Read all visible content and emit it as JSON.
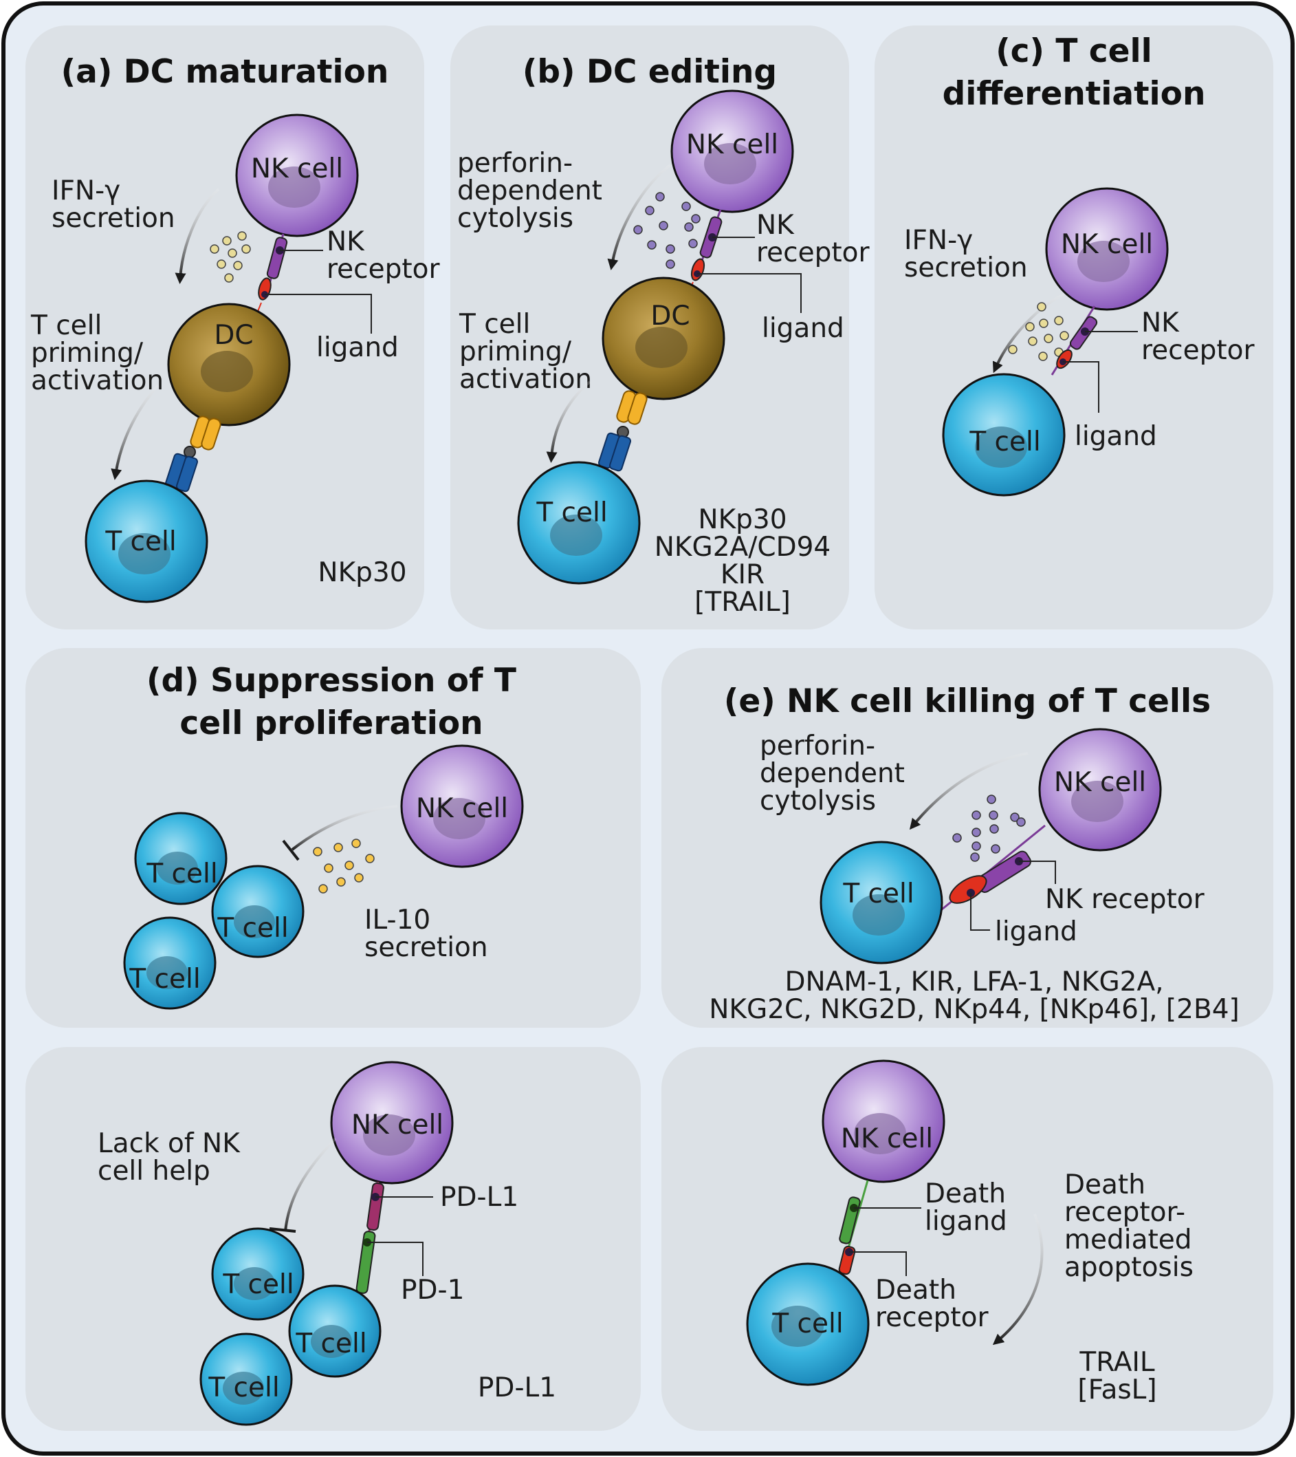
{
  "panels": {
    "a": {
      "title": "(a) DC maturation",
      "nk": "NK cell",
      "dc": "DC",
      "t": "T cell",
      "arrow1": [
        "IFN-γ",
        "secretion"
      ],
      "arrow2": [
        "T cell",
        "priming/",
        "activation"
      ],
      "receptor": [
        "NK",
        "receptor"
      ],
      "ligand": "ligand",
      "molecules": [
        "NKp30"
      ]
    },
    "b": {
      "title": "(b) DC editing",
      "nk": "NK cell",
      "dc": "DC",
      "t": "T cell",
      "arrow1": [
        "perforin-",
        "dependent",
        "cytolysis"
      ],
      "arrow2": [
        "T cell",
        "priming/",
        "activation"
      ],
      "receptor": [
        "NK",
        "receptor"
      ],
      "ligand": "ligand",
      "molecules": [
        "NKp30",
        "NKG2A/CD94",
        "KIR",
        "[TRAIL]"
      ]
    },
    "c": {
      "title": [
        "(c) T cell",
        "differentiation"
      ],
      "nk": "NK cell",
      "t": "T cell",
      "arrow1": [
        "IFN-γ",
        "secretion"
      ],
      "receptor": [
        "NK",
        "receptor"
      ],
      "ligand": "ligand"
    },
    "d": {
      "title": [
        "(d) Suppression of T",
        "cell proliferation"
      ],
      "nk": "NK cell",
      "t": [
        "T cell",
        "T cell",
        "T cell"
      ],
      "secretion": [
        "IL-10",
        "secretion"
      ]
    },
    "e": {
      "title": "(e) NK cell killing of T cells",
      "nk": "NK cell",
      "t": "T cell",
      "arrow1": [
        "perforin-",
        "dependent",
        "cytolysis"
      ],
      "receptor": "NK receptor",
      "ligand": "ligand",
      "molecules": [
        "DNAM-1, KIR, LFA-1, NKG2A,",
        "NKG2C, NKG2D, NKp44, [NKp46], [2B4]"
      ]
    },
    "f": {
      "nk": "NK cell",
      "t": [
        "T cell",
        "T cell",
        "T cell"
      ],
      "help": [
        "Lack of NK",
        "cell help"
      ],
      "pdl1": "PD-L1",
      "pd1": "PD-1",
      "molecules": [
        "PD-L1"
      ]
    },
    "g": {
      "nk": "NK cell",
      "t": "T cell",
      "death_ligand": [
        "Death",
        "ligand"
      ],
      "death_receptor": [
        "Death",
        "receptor"
      ],
      "process": [
        "Death",
        "receptor-",
        "mediated",
        "apoptosis"
      ],
      "molecules": [
        "TRAIL",
        "[FasL]"
      ]
    }
  },
  "colors": {
    "frame_bg": "#e6edf5",
    "panel_bg": "#dce1e6",
    "nk_cell": "#9a6cc8",
    "dc": "#8f6f1e",
    "t_cell": "#2aa7d6",
    "nk_receptor": "#7a3a96",
    "ligand": "#e0301e",
    "mhc": "#f3b22a",
    "tcr": "#1e5fa8",
    "ifn_dot": "#e8dc98",
    "perforin_dot": "#8e7cc0",
    "il10_dot": "#f6c64a",
    "pdl1": "#a0306a",
    "pd1": "#4aa040",
    "death_ligand": "#4aa040",
    "death_receptor": "#e0301e"
  }
}
